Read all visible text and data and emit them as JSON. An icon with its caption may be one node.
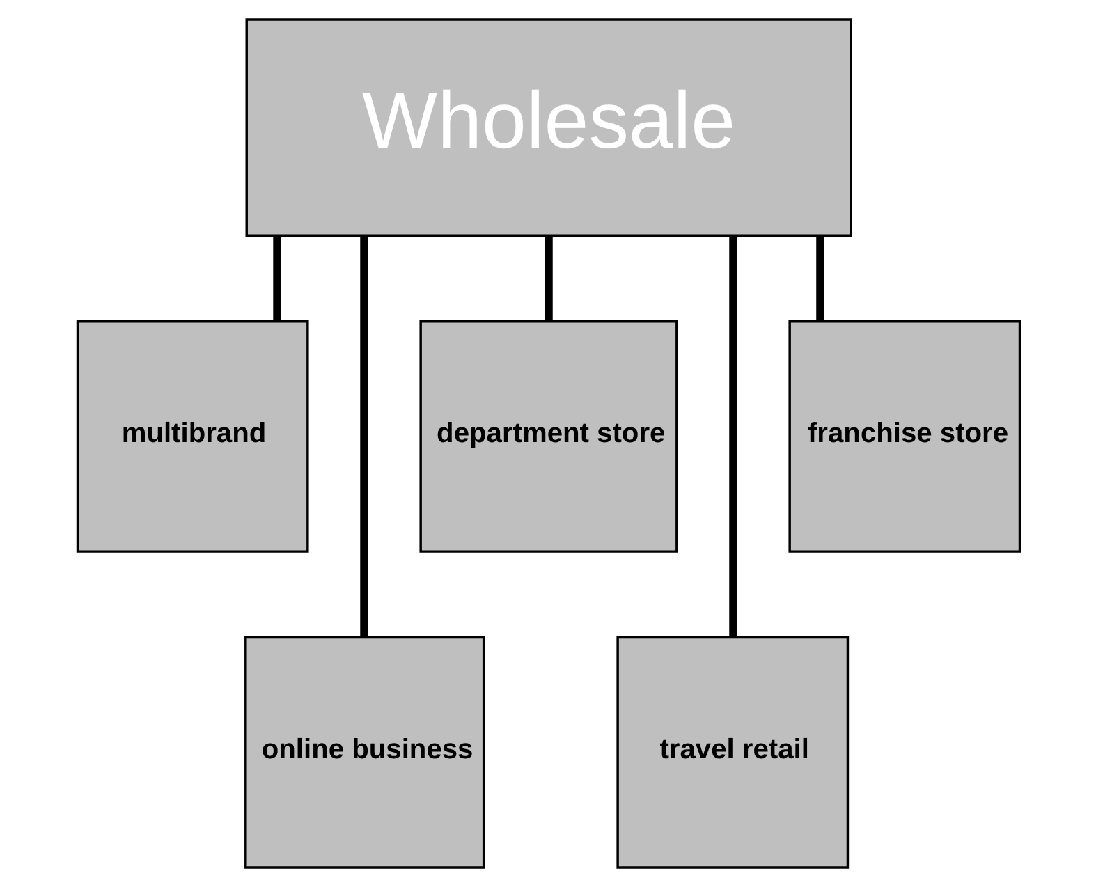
{
  "diagram": {
    "nodes": [
      {
        "text": [
          "Wholesale"
        ]
      },
      {
        "text": [
          "multibrand"
        ]
      },
      {
        "text": [
          "online business"
        ]
      },
      {
        "text": [
          "department store"
        ]
      },
      {
        "text": [
          "travel retail"
        ]
      },
      {
        "text": [
          "franchise store"
        ]
      }
    ],
    "edges": [
      {
        "from": 0,
        "to": 1,
        "arrow": "none"
      },
      {
        "from": 0,
        "to": 2,
        "arrow": "none"
      },
      {
        "from": 0,
        "to": 3,
        "arrow": "none"
      },
      {
        "from": 0,
        "to": 4,
        "arrow": "none"
      },
      {
        "from": 0,
        "to": 5,
        "arrow": "none"
      }
    ]
  }
}
